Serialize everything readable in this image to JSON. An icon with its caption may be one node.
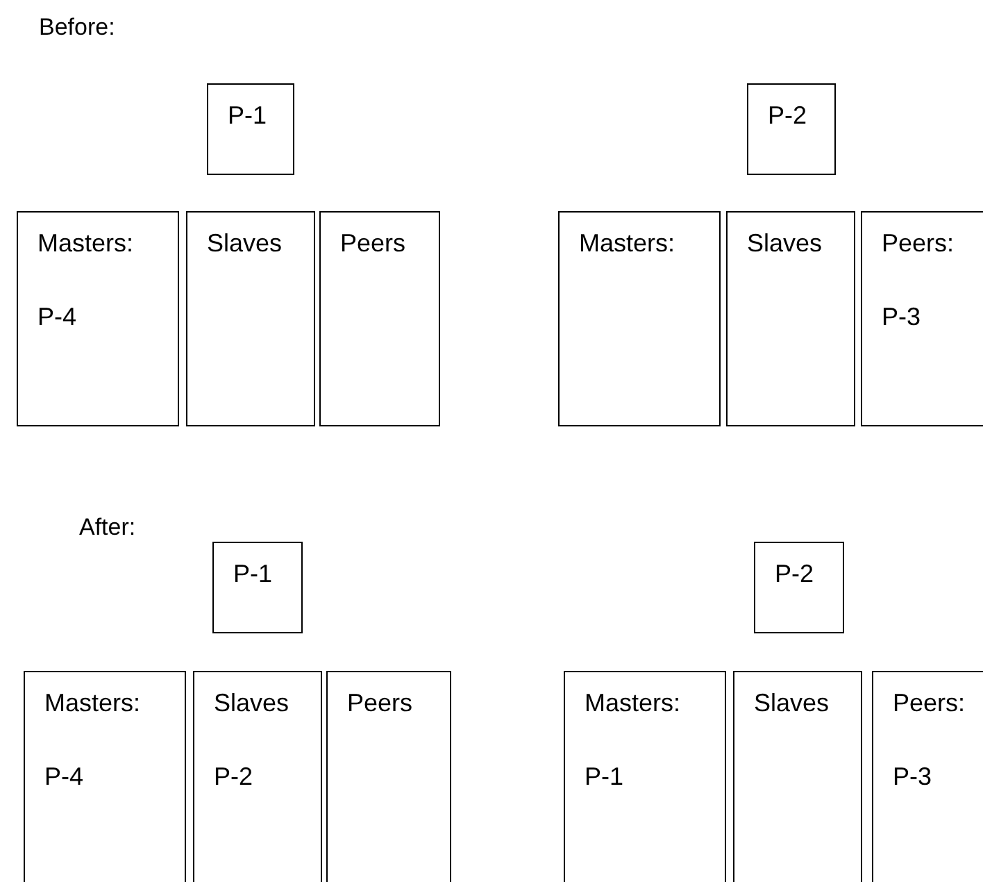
{
  "diagram": {
    "nodes": [
      {
        "text": [
          "P-1"
        ]
      },
      {
        "text": [
          "P-2"
        ]
      },
      {
        "text": [
          "Masters:",
          "P-4"
        ]
      },
      {
        "text": [
          "Slaves"
        ]
      },
      {
        "text": [
          "Peers"
        ]
      },
      {
        "text": [
          "Masters:"
        ]
      },
      {
        "text": [
          "Slaves"
        ]
      },
      {
        "text": [
          "Peers:",
          "P-3"
        ]
      },
      {
        "text": [
          "P-1"
        ]
      },
      {
        "text": [
          "P-2"
        ]
      },
      {
        "text": [
          "Masters:",
          "P-4"
        ]
      },
      {
        "text": [
          "Slaves",
          "P-2"
        ]
      },
      {
        "text": [
          "Peers"
        ]
      },
      {
        "text": [
          "Masters:",
          "P-1"
        ]
      },
      {
        "text": [
          "Slaves"
        ]
      },
      {
        "text": [
          "Peers:",
          "P-3"
        ]
      }
    ],
    "edges": [],
    "labels": [
      "Before:",
      "After:"
    ]
  }
}
